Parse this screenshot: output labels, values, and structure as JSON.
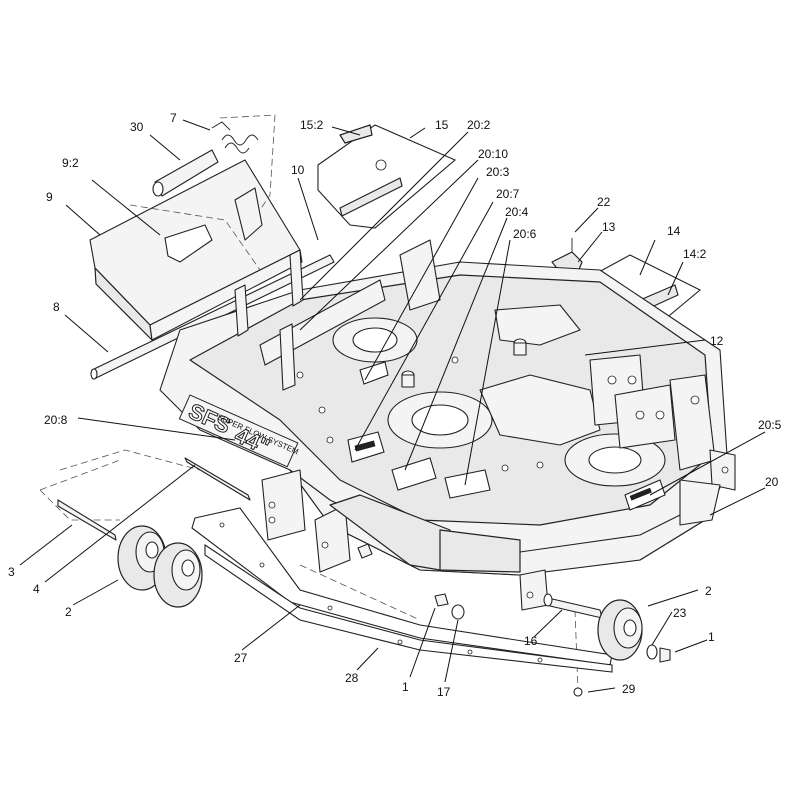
{
  "callouts": {
    "c30": "30",
    "c7": "7",
    "c15_2": "15:2",
    "c15": "15",
    "c20_2": "20:2",
    "c9_2": "9:2",
    "c10": "10",
    "c20_10": "20:10",
    "c20_3": "20:3",
    "c9": "9",
    "c20_7": "20:7",
    "c22": "22",
    "c13": "13",
    "c14": "14",
    "c20_4": "20:4",
    "c20_6": "20:6",
    "c14_2": "14:2",
    "c8": "8",
    "c12": "12",
    "c20_8": "20:8",
    "c20_5": "20:5",
    "c20": "20",
    "c3": "3",
    "c4": "4",
    "c2a": "2",
    "c2b": "2",
    "c23": "23",
    "c1a": "1",
    "c16": "16",
    "c27": "27",
    "c28": "28",
    "c1b": "1",
    "c17": "17",
    "c29": "29"
  },
  "decals": {
    "super_flow": "SUPER FLOW SYSTEM",
    "sfs": "SFS",
    "size": "44\""
  }
}
